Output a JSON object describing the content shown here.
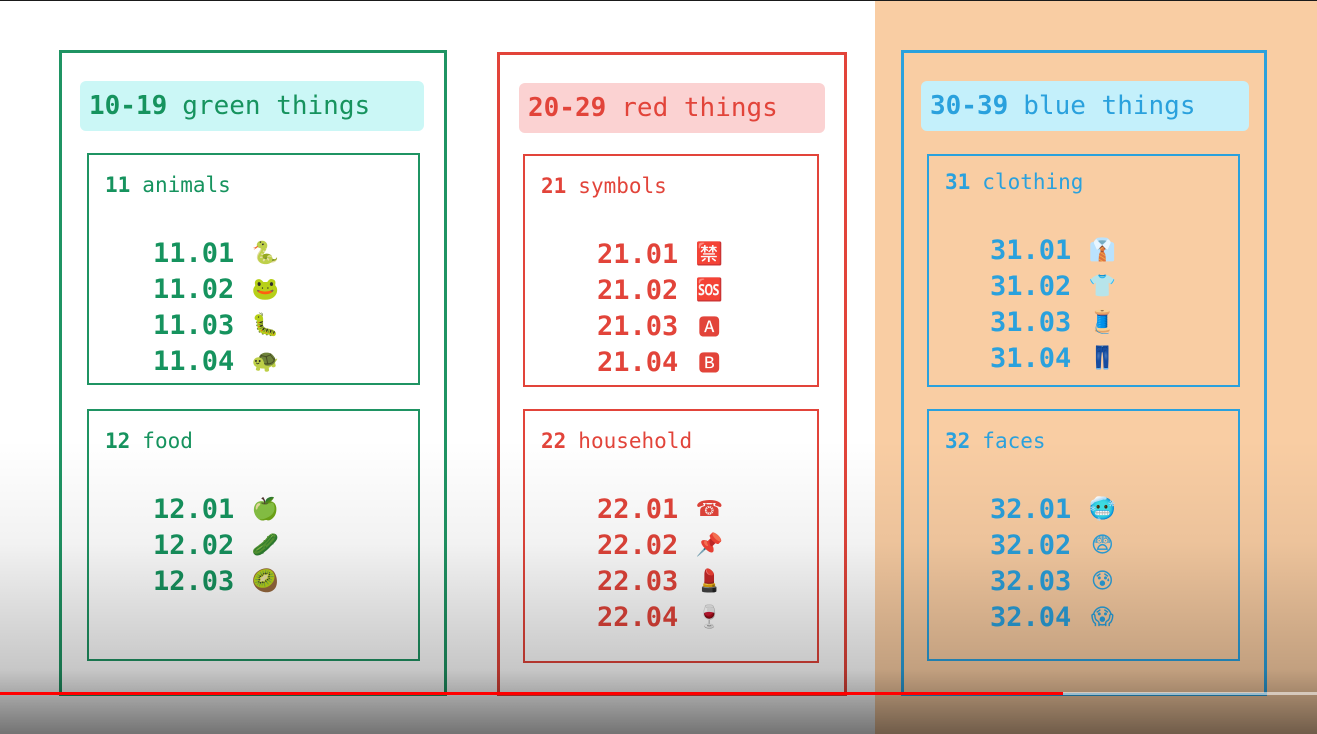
{
  "areas": [
    {
      "range": "10-19",
      "title": "green things",
      "categories": [
        {
          "number": "11",
          "name": "animals",
          "items": [
            {
              "id": "11.01",
              "emoji": "🐍"
            },
            {
              "id": "11.02",
              "emoji": "🐸"
            },
            {
              "id": "11.03",
              "emoji": "🐛"
            },
            {
              "id": "11.04",
              "emoji": "🐢"
            }
          ]
        },
        {
          "number": "12",
          "name": "food",
          "items": [
            {
              "id": "12.01",
              "emoji": "🍏"
            },
            {
              "id": "12.02",
              "emoji": "🥒"
            },
            {
              "id": "12.03",
              "emoji": "🥝"
            }
          ]
        }
      ]
    },
    {
      "range": "20-29",
      "title": "red things",
      "categories": [
        {
          "number": "21",
          "name": "symbols",
          "items": [
            {
              "id": "21.01",
              "emoji": "🈲"
            },
            {
              "id": "21.02",
              "emoji": "🆘"
            },
            {
              "id": "21.03",
              "emoji": "🅰"
            },
            {
              "id": "21.04",
              "emoji": "🅱"
            }
          ]
        },
        {
          "number": "22",
          "name": "household",
          "items": [
            {
              "id": "22.01",
              "emoji": "☎"
            },
            {
              "id": "22.02",
              "emoji": "📌"
            },
            {
              "id": "22.03",
              "emoji": "💄"
            },
            {
              "id": "22.04",
              "emoji": "🍷"
            }
          ]
        }
      ]
    },
    {
      "range": "30-39",
      "title": "blue things",
      "categories": [
        {
          "number": "31",
          "name": "clothing",
          "items": [
            {
              "id": "31.01",
              "emoji": "👔"
            },
            {
              "id": "31.02",
              "emoji": "👕"
            },
            {
              "id": "31.03",
              "emoji": "🧵"
            },
            {
              "id": "31.04",
              "emoji": "👖"
            }
          ]
        },
        {
          "number": "32",
          "name": "faces",
          "items": [
            {
              "id": "32.01",
              "emoji": "🥶"
            },
            {
              "id": "32.02",
              "emoji": "😨"
            },
            {
              "id": "32.03",
              "emoji": "😰"
            },
            {
              "id": "32.04",
              "emoji": "😱"
            }
          ]
        }
      ]
    }
  ],
  "video": {
    "progress_fraction": 0.807
  },
  "colors": {
    "green": "#16935e",
    "red": "#e2443a",
    "blue": "#2aa1dd",
    "peach": "#f9cda3"
  }
}
